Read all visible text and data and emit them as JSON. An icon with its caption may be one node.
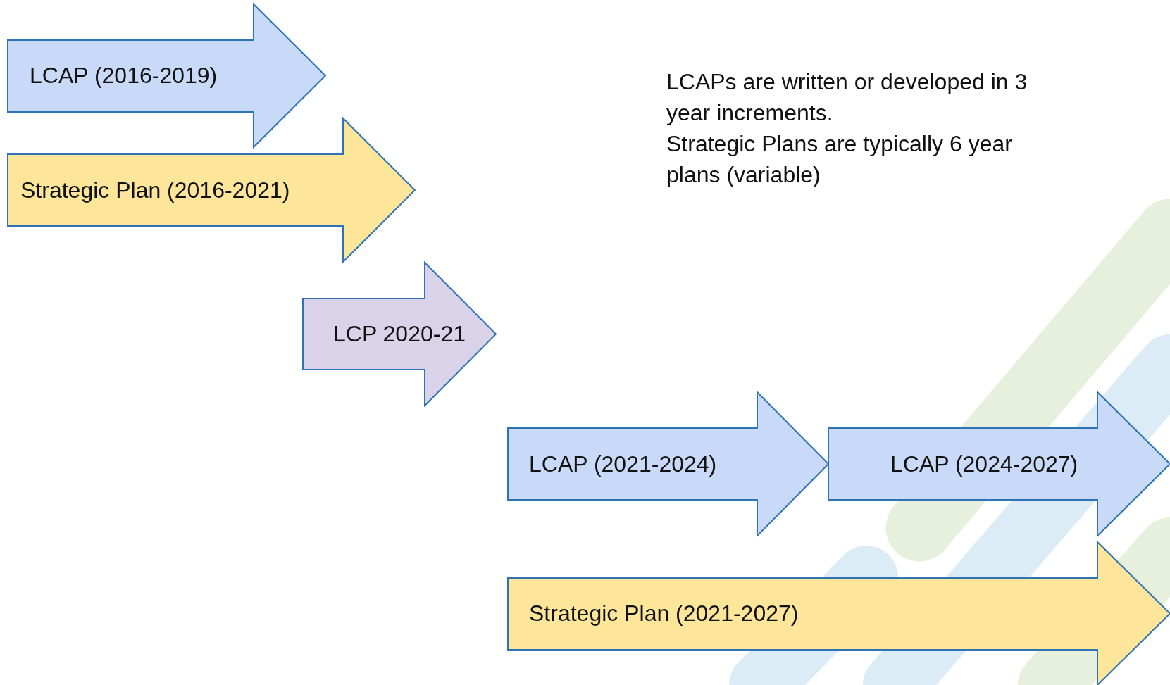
{
  "diagram": {
    "nodes": [
      {
        "text": [
          "LCAP (2016-2019)"
        ]
      },
      {
        "text": [
          "Strategic Plan (2016-2021)"
        ]
      },
      {
        "text": [
          "LCP 2020-21"
        ]
      },
      {
        "text": [
          "LCAP (2021-2024)"
        ]
      },
      {
        "text": [
          "LCAP (2024-2027)"
        ]
      },
      {
        "text": [
          "Strategic Plan (2021-2027)"
        ]
      }
    ],
    "labels": [
      "LCAPs are written or developed in 3 year increments.",
      "Strategic Plans are typically 6 year plans (variable)"
    ]
  }
}
